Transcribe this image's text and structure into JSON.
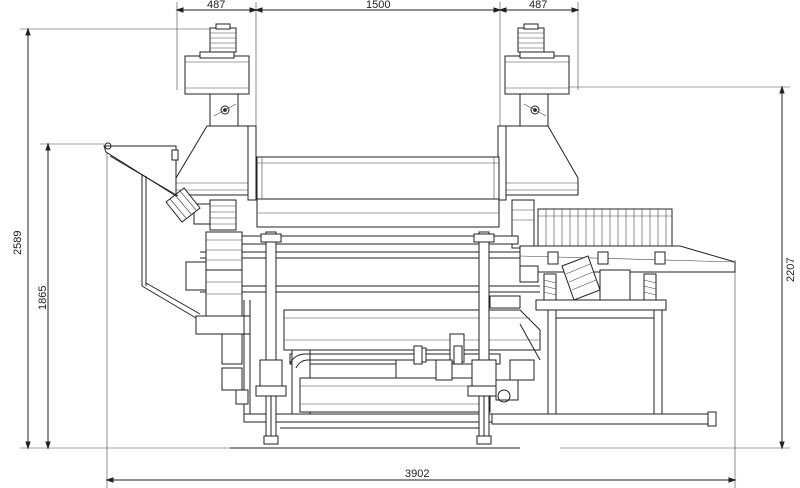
{
  "dimensions": {
    "top_left_width": "487",
    "top_center_width": "1500",
    "top_right_width": "487",
    "overall_width": "3902",
    "overall_height": "2589",
    "infeed_height": "1865",
    "right_height": "2207"
  },
  "colors": {
    "line": "#222222",
    "background": "#ffffff"
  }
}
